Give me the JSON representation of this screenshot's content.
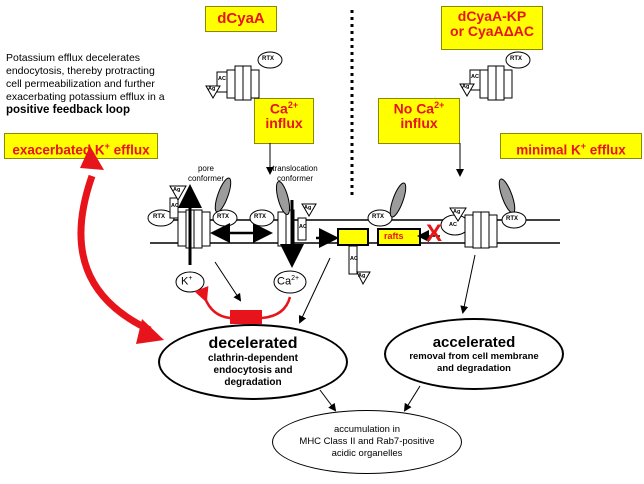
{
  "boxes": {
    "dcyaa": "dCyaA",
    "dcyaa_kp_line1": "dCyaA-KP",
    "dcyaa_kp_line2": "or CyaAΔAC",
    "ca_influx_1": "Ca",
    "ca_influx_sup": "2+",
    "ca_influx_2": "influx",
    "no_ca_1": "No Ca",
    "no_ca_sup": "2+",
    "no_ca_2": "influx",
    "exacerbated_1": "exacerbated K",
    "exacerbated_sup": "+",
    "exacerbated_2": " efflux",
    "minimal_1": "minimal K",
    "minimal_sup": "+",
    "minimal_2": " efflux"
  },
  "intro": {
    "line1": "Potassium efflux decelerates",
    "line2": "endocytosis, thereby protracting",
    "line3": "cell permeabilization and further",
    "line4": "exacerbating  potassium efflux in a",
    "line5": "positive feedback loop"
  },
  "labels": {
    "pore_1": "pore",
    "pore_2": "conformer",
    "trans_1": "translocation",
    "trans_2": "conformer",
    "rtx": "RTX",
    "ac": "AC",
    "ag": "Ag",
    "rafts": "rafts",
    "k": "K",
    "k_sup": "+",
    "ca": "Ca",
    "ca_sup": "2+",
    "x_mark": "X"
  },
  "ovals": {
    "decel_title": "decelerated",
    "decel_1": "clathrin-dependent",
    "decel_2": "endocytosis and",
    "decel_3": "degradation",
    "accel_title": "accelerated",
    "accel_1": "removal from cell membrane",
    "accel_2": "and degradation",
    "accum_1": "accumulation in",
    "accum_2": "MHC Class II and Rab7-positive",
    "accum_3": "acidic organelles"
  },
  "colors": {
    "yellow": "#ffff00",
    "red": "#e8141b",
    "black": "#000000",
    "gray": "#8c8c8c"
  }
}
